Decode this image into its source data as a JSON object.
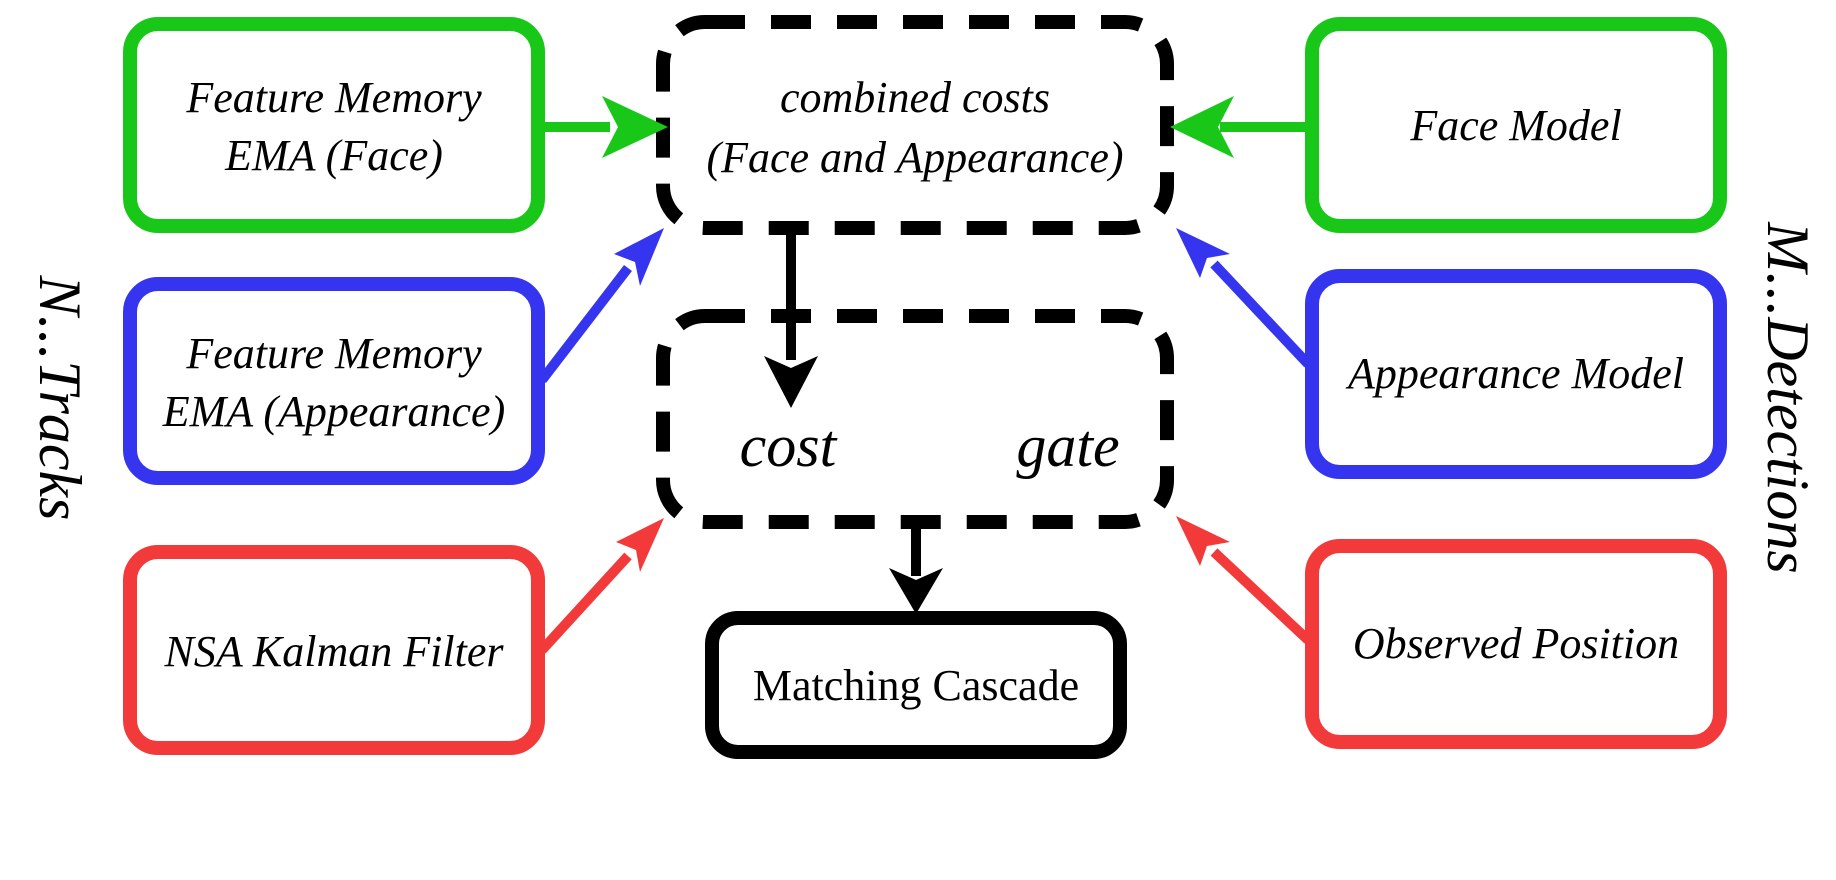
{
  "colors": {
    "face": "#19c719",
    "appearance": "#3535f0",
    "position": "#f23a3a",
    "neutral": "#000000"
  },
  "side_labels": {
    "tracks": "N...Tracks",
    "detections": "M...Detections"
  },
  "track_boxes": {
    "face_memory": {
      "line1": "Feature Memory",
      "line2": "EMA (Face)"
    },
    "appearance_memory": {
      "line1": "Feature Memory",
      "line2": "EMA (Appearance)"
    },
    "kalman": {
      "label": "NSA Kalman Filter"
    }
  },
  "detection_boxes": {
    "face_model": {
      "label": "Face Model"
    },
    "appearance_model": {
      "label": "Appearance Model"
    },
    "observed_position": {
      "label": "Observed Position"
    }
  },
  "combined_costs": {
    "line1": "combined costs",
    "line2": "(Face and Appearance)"
  },
  "cost_gate": {
    "cost": "cost",
    "gate": "gate"
  },
  "matching_cascade": {
    "label": "Matching Cascade"
  }
}
